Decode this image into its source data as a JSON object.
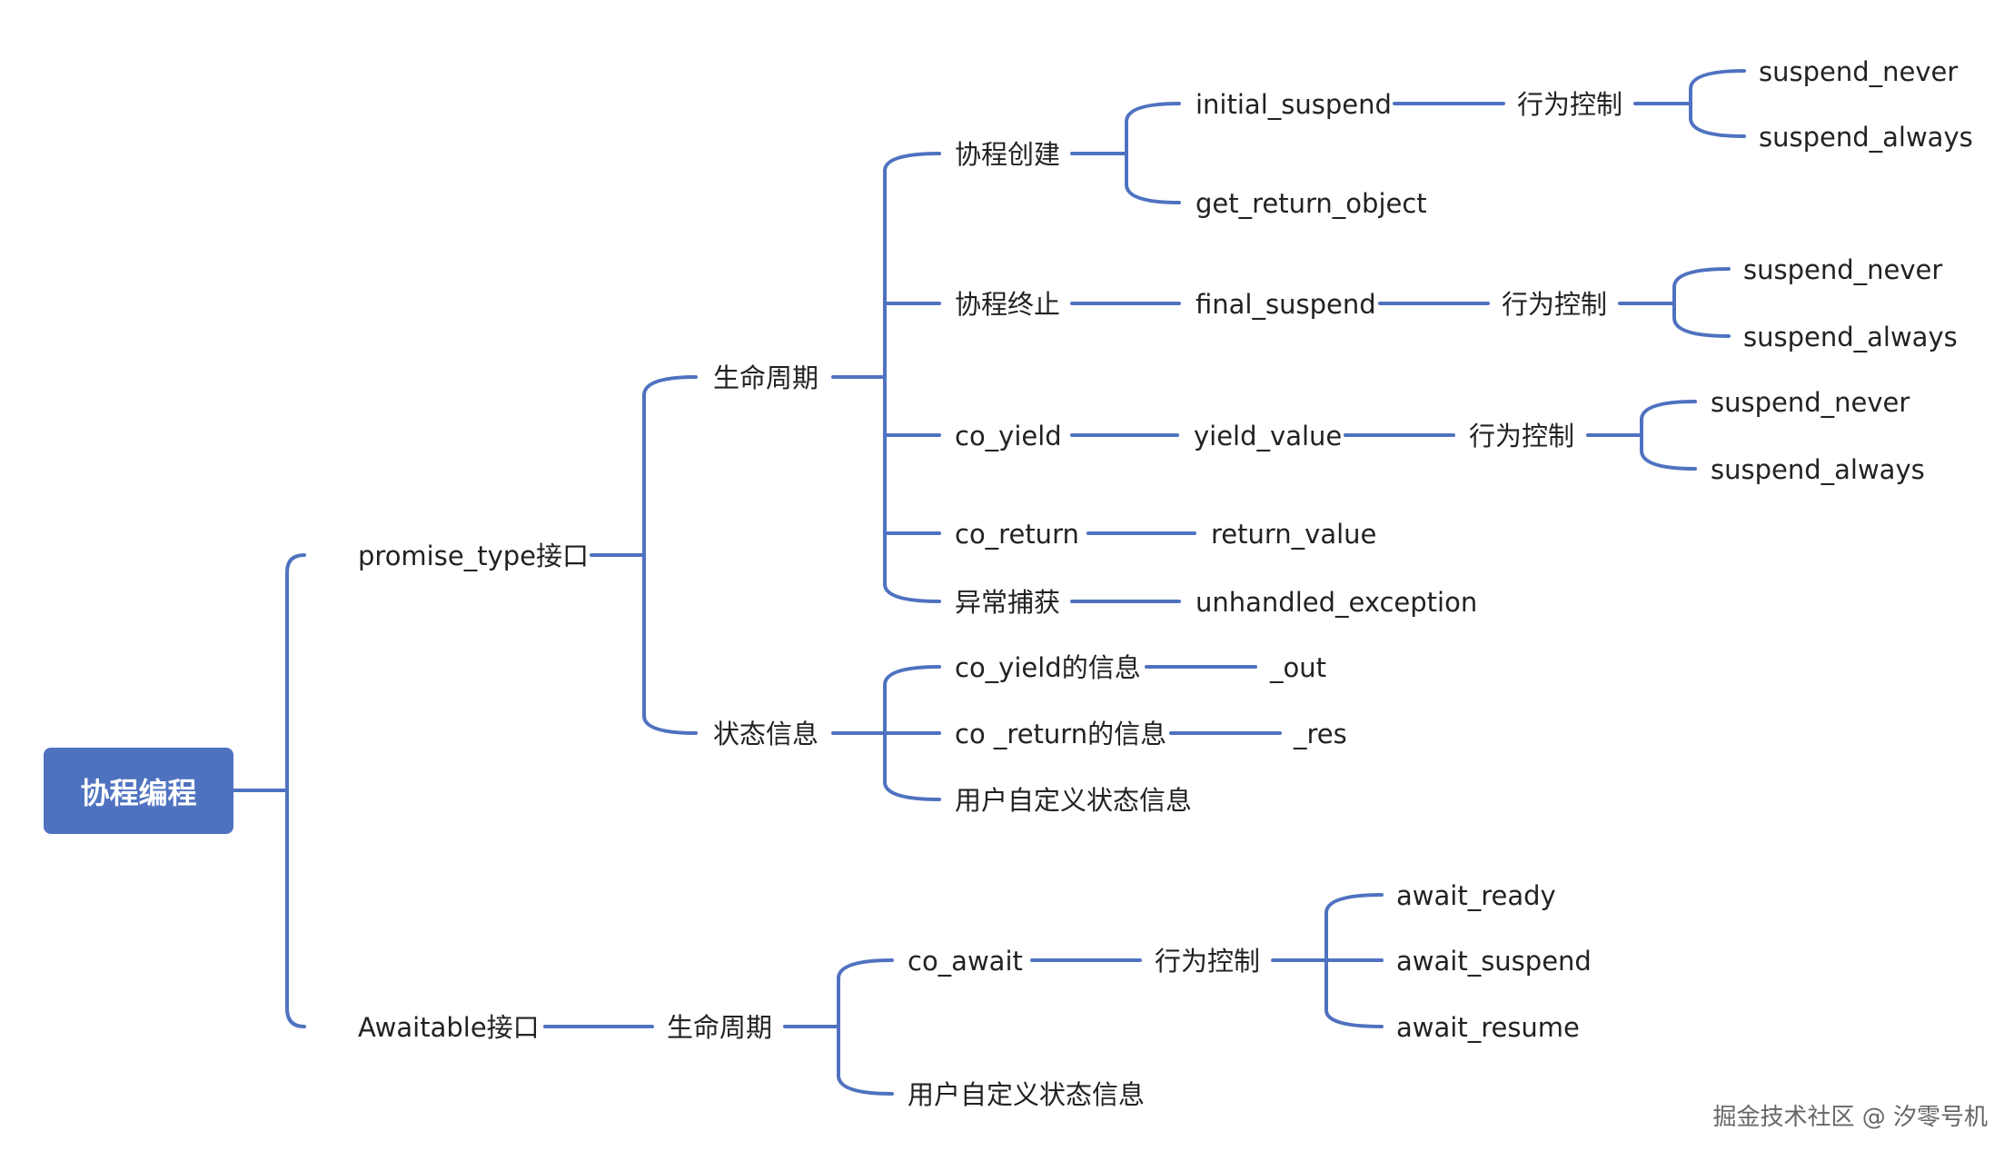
{
  "root": "协程编程",
  "promise_type": {
    "label": "promise_type接口",
    "lifecycle": {
      "label": "生命周期",
      "create": {
        "label": "协程创建",
        "initial_suspend": "initial_suspend",
        "control": "行为控制",
        "never": "suspend_never",
        "always": "suspend_always",
        "get_return_object": "get_return_object"
      },
      "terminate": {
        "label": "协程终止",
        "final_suspend": "final_suspend",
        "control": "行为控制",
        "never": "suspend_never",
        "always": "suspend_always"
      },
      "co_yield": {
        "label": "co_yield",
        "yield_value": "yield_value",
        "control": "行为控制",
        "never": "suspend_never",
        "always": "suspend_always"
      },
      "co_return": {
        "label": "co_return",
        "return_value": "return_value"
      },
      "exception": {
        "label": "异常捕获",
        "unhandled": "unhandled_exception"
      }
    },
    "state": {
      "label": "状态信息",
      "yield_info": "co_yield的信息",
      "out": "_out",
      "return_info": "co _return的信息",
      "res": "_res",
      "custom": "用户自定义状态信息"
    }
  },
  "awaitable": {
    "label": "Awaitable接口",
    "lifecycle": "生命周期",
    "co_await": "co_await",
    "control": "行为控制",
    "ready": "await_ready",
    "suspend": "await_suspend",
    "resume": "await_resume",
    "custom": "用户自定义状态信息"
  },
  "watermark": "掘金技术社区 @ 汐零号机",
  "colors": {
    "accent": "#4f72c0"
  }
}
